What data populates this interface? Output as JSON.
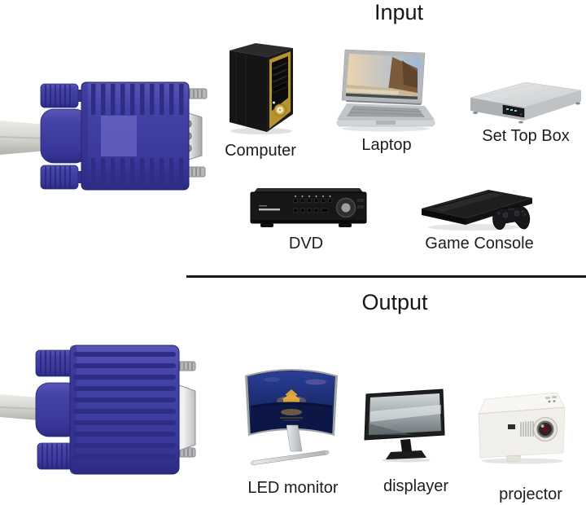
{
  "colors": {
    "background": "#ffffff",
    "text": "#1d1d1d",
    "divider": "#191919",
    "connector_blue": "#4040a2",
    "cable_gray": "#d6d5d0",
    "metal_silver": "#c9cbcd"
  },
  "input_section": {
    "title": "Input",
    "devices": [
      {
        "label": "Computer"
      },
      {
        "label": "Laptop"
      },
      {
        "label": "Set Top Box"
      },
      {
        "label": "DVD"
      },
      {
        "label": "Game Console"
      }
    ]
  },
  "output_section": {
    "title": "Output",
    "devices": [
      {
        "label": "LED monitor"
      },
      {
        "label": "displayer"
      },
      {
        "label": "projector"
      }
    ]
  }
}
